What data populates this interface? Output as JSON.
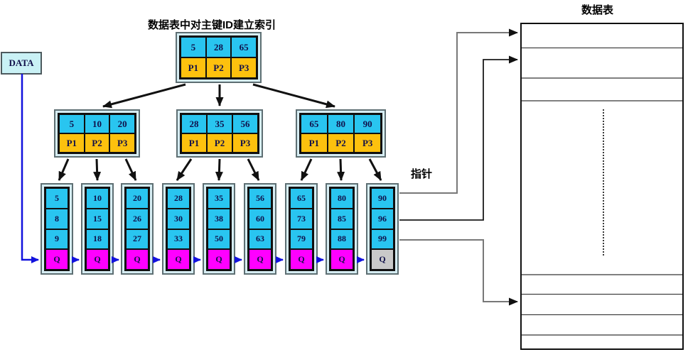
{
  "diagram": {
    "index_title": "数据表中对主键ID建立索引",
    "table_title": "数据表",
    "pointer_label": "指针",
    "data_box_label": "DATA",
    "colors": {
      "key_cell_cyan": "#29c5f0",
      "pointer_cell_orange": "#fdc10e",
      "queue_cell_magenta": "#ff00ff",
      "queue_cell_gray": "#c9c9c9",
      "node_frame_fill": "#d6edf3",
      "link_blue": "#1212dd",
      "arrow_black": "#111111",
      "pointer_line_gray": "#787878"
    },
    "root": {
      "keys": [
        "5",
        "28",
        "65"
      ],
      "pointers": [
        "P1",
        "P2",
        "P3"
      ]
    },
    "internal_nodes": [
      {
        "keys": [
          "5",
          "10",
          "20"
        ],
        "pointers": [
          "P1",
          "P2",
          "P3"
        ]
      },
      {
        "keys": [
          "28",
          "35",
          "56"
        ],
        "pointers": [
          "P1",
          "P2",
          "P3"
        ]
      },
      {
        "keys": [
          "65",
          "80",
          "90"
        ],
        "pointers": [
          "P1",
          "P2",
          "P3"
        ]
      }
    ],
    "leaves": [
      {
        "keys": [
          "5",
          "8",
          "9"
        ],
        "queue": "Q"
      },
      {
        "keys": [
          "10",
          "15",
          "18"
        ],
        "queue": "Q"
      },
      {
        "keys": [
          "20",
          "26",
          "27"
        ],
        "queue": "Q"
      },
      {
        "keys": [
          "28",
          "30",
          "33"
        ],
        "queue": "Q"
      },
      {
        "keys": [
          "35",
          "38",
          "50"
        ],
        "queue": "Q"
      },
      {
        "keys": [
          "56",
          "60",
          "63"
        ],
        "queue": "Q"
      },
      {
        "keys": [
          "65",
          "73",
          "79"
        ],
        "queue": "Q"
      },
      {
        "keys": [
          "80",
          "85",
          "88"
        ],
        "queue": "Q"
      },
      {
        "keys": [
          "90",
          "96",
          "99"
        ],
        "queue": "Q"
      }
    ]
  }
}
